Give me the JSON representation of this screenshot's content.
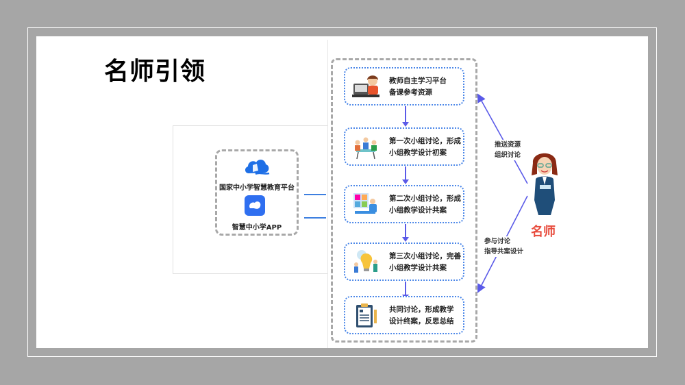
{
  "slide": {
    "title": "名师引领"
  },
  "platforms": {
    "items": [
      {
        "label": "国家中小学智慧教育平台",
        "icon": "cloud-logo-icon"
      },
      {
        "label": "智慧中小学APP",
        "icon": "app-logo-icon"
      }
    ]
  },
  "flow": {
    "steps": [
      {
        "line1": "教师自主学习平台",
        "line2": "备课参考资源",
        "icon": "teacher-computer-icon"
      },
      {
        "line1": "第一次小组讨论，形成",
        "line2": "小组教学设计初案",
        "icon": "group-meeting-icon"
      },
      {
        "line1": "第二次小组讨论，形成",
        "line2": "小组教学设计共案",
        "icon": "video-conference-icon"
      },
      {
        "line1": "第三次小组讨论，完善",
        "line2": "小组教学设计共案",
        "icon": "lightbulb-team-icon"
      },
      {
        "line1": "共同讨论，形成教学",
        "line2": "设计终案，反思总结",
        "icon": "clipboard-icon"
      }
    ]
  },
  "teacher": {
    "name": "名师",
    "upper_label": [
      "推送资源",
      "组织讨论"
    ],
    "lower_label": [
      "参与讨论",
      "指导共案设计"
    ]
  },
  "colors": {
    "accent_blue": "#4a86e8",
    "arrow": "#5a5ae8",
    "teacher_red": "#e84b3c",
    "background": "#a6a6a6"
  }
}
